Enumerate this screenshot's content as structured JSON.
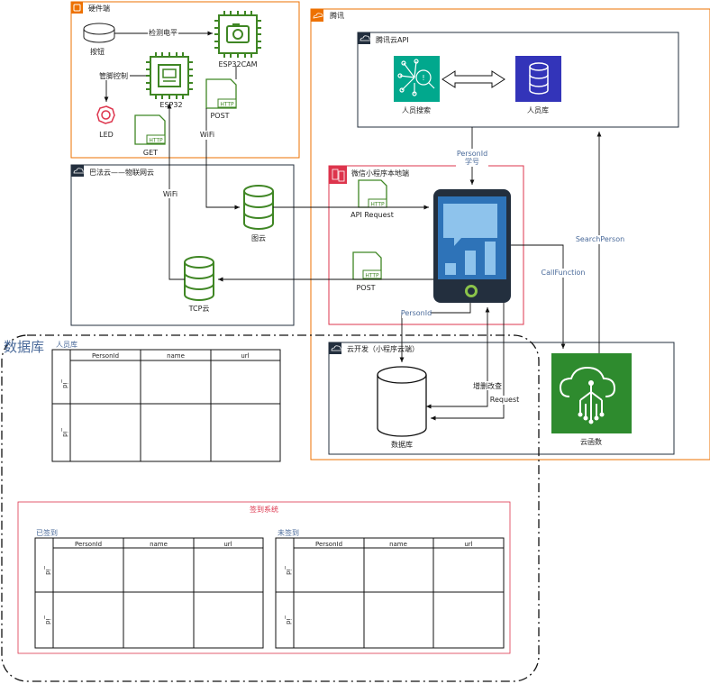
{
  "groups": {
    "hardware": "硬件端",
    "bafa": "巴法云——物联网云",
    "tencent": "腾讯",
    "tencent_api": "腾讯云API",
    "wechat_local": "微信小程序本地端",
    "cloud_dev": "云开发（小程序云端）",
    "database": "数据库",
    "people_db": "人员库",
    "checkin": "签到系统",
    "checked": "已签到",
    "unchecked": "未签到"
  },
  "nodes": {
    "button": "按钮",
    "esp32cam": "ESP32CAM",
    "esp32": "ESP32",
    "led": "LED",
    "get": "GET",
    "post_hw": "POST",
    "http": "HTTP",
    "person_search": "人员搜索",
    "person_lib": "人员库",
    "api_request": "API Request",
    "post_local": "POST",
    "image_cloud": "图云",
    "tcp_cloud": "TCP云",
    "db": "数据库",
    "cloud_fn": "云函数"
  },
  "edges": {
    "detect_level": "检测电平",
    "pin_control": "管脚控制",
    "wifi_1": "WiFi",
    "wifi_2": "WiFi",
    "personid_studentno_1": "PersonId",
    "personid_studentno_2": "学号",
    "search_person": "SearchPerson",
    "call_function": "CallFunction",
    "personid": "PersonId",
    "crud": "增删改查",
    "request": "Request"
  },
  "tables": {
    "people": {
      "headers": [
        "PersonId",
        "name",
        "url"
      ],
      "row_labels": [
        "_id",
        "_id"
      ]
    },
    "checked": {
      "headers": [
        "PersonId",
        "name",
        "url"
      ],
      "row_labels": [
        "_id",
        "_id"
      ]
    },
    "unchecked": {
      "headers": [
        "PersonId",
        "name",
        "url"
      ],
      "row_labels": [
        "_id",
        "_id"
      ]
    }
  },
  "colors": {
    "aws_orange": "#ED7100",
    "aws_green": "#3F8624",
    "aws_red": "#DD344C",
    "teal": "#01A88D",
    "db_blue": "#3334B9",
    "cloud_green": "#2E8B2E",
    "phone": "#232F3E",
    "screen": "#2E73B8"
  }
}
